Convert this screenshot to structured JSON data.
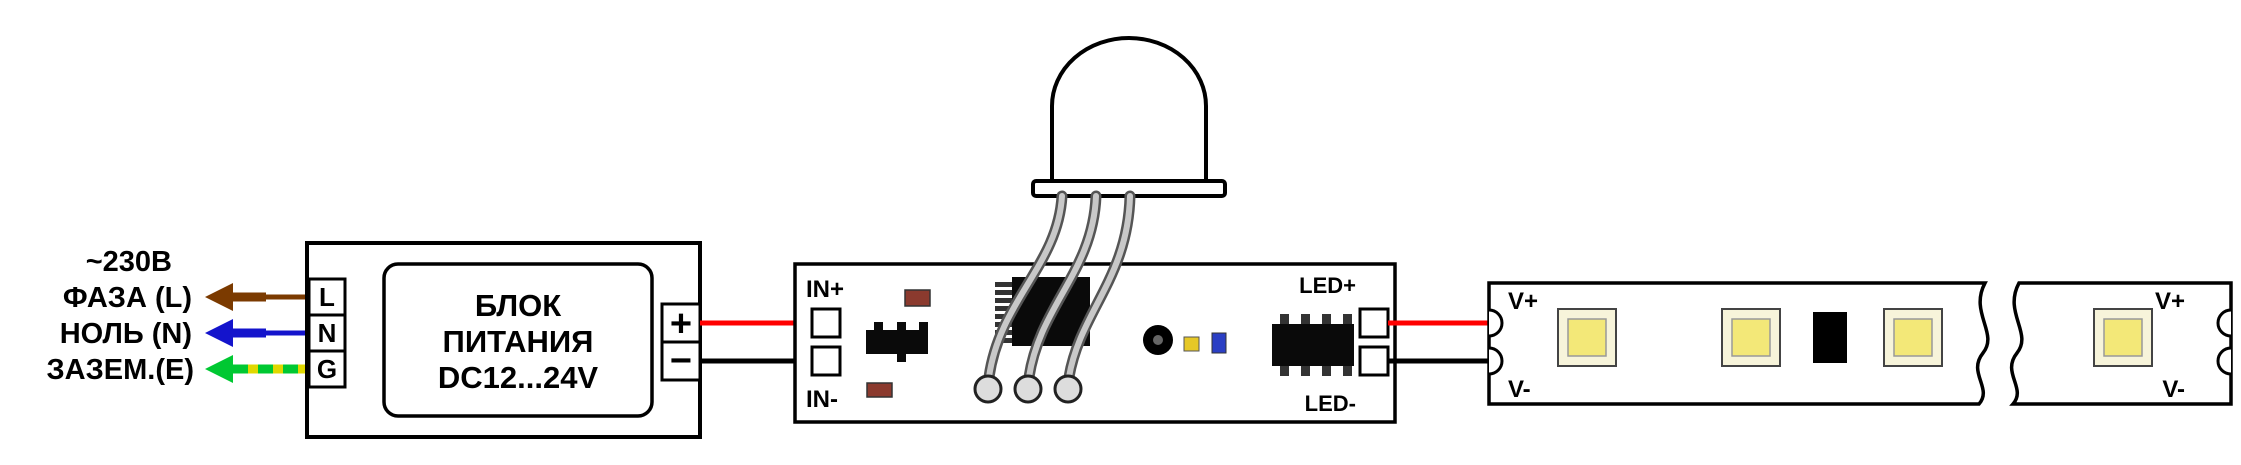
{
  "mains": {
    "voltage": "~230В",
    "phase": "ФАЗА (L)",
    "neutral": "НОЛЬ (N)",
    "earth": "ЗАЗЕМ.(E)"
  },
  "psu": {
    "terminal_l": "L",
    "terminal_n": "N",
    "terminal_g": "G",
    "title_line1": "БЛОК",
    "title_line2": "ПИТАНИЯ",
    "title_line3": "DC12...24V",
    "plus": "+",
    "minus": "−"
  },
  "controller": {
    "in_plus": "IN+",
    "in_minus": "IN-",
    "led_plus": "LED+",
    "led_minus": "LED-"
  },
  "strip": {
    "v_plus_left": "V+",
    "v_minus_left": "V-",
    "v_plus_right": "V+",
    "v_minus_right": "V-"
  },
  "colors": {
    "phase_wire": "#7B3A00",
    "neutral_wire": "#1414CC",
    "earth_green": "#00C832",
    "earth_yellow": "#E0D800",
    "dc_plus_wire": "#FF0000",
    "dc_minus_wire": "#000000",
    "sensor_wire": "#C8C8C8",
    "sensor_wire_outline": "#555555",
    "smd_resistor": "#8B3A2E",
    "smd_yellow": "#E6C827",
    "smd_blue": "#2B3FC4",
    "led_chip_outer": "#F7F4DA",
    "led_chip_inner": "#F3E878",
    "pad_fill": "#DDDDDD"
  }
}
